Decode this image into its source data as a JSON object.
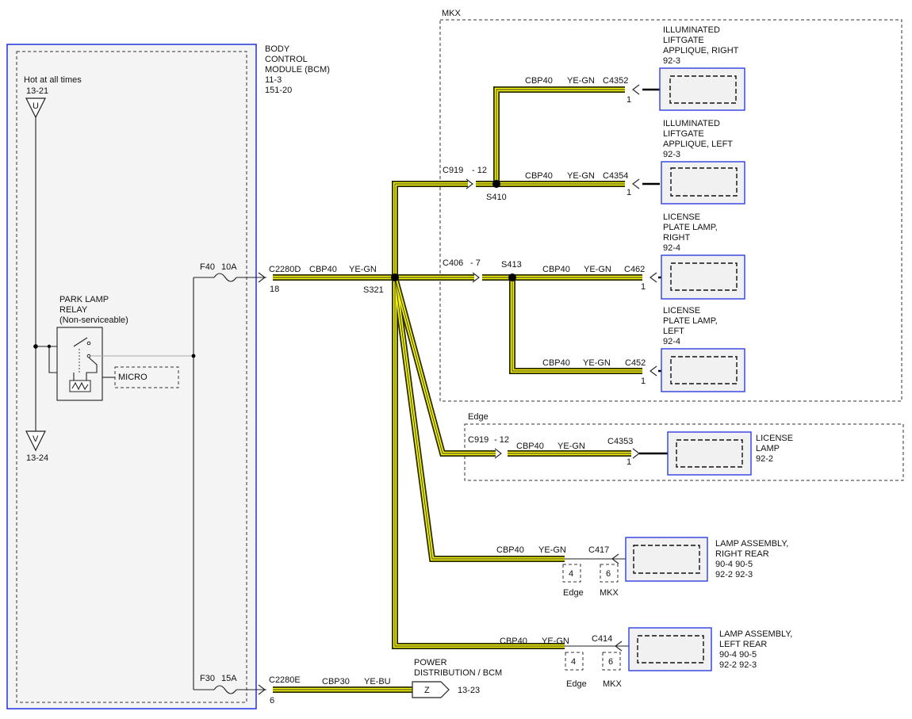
{
  "bcm": {
    "title_lines": [
      "BODY",
      "CONTROL",
      "MODULE (BCM)",
      "11-3",
      "151-20"
    ],
    "hot_label": "Hot at all times",
    "top_ref": "13-21",
    "top_term": "U",
    "bottom_term": "V",
    "bottom_ref": "13-24",
    "relay_lines": [
      "PARK LAMP",
      "RELAY",
      "(Non-serviceable)"
    ],
    "micro": "MICRO",
    "fuse1": {
      "name": "F40",
      "rating": "10A"
    },
    "fuse2": {
      "name": "F30",
      "rating": "15A"
    }
  },
  "main_feed": {
    "connector": "C2280D",
    "pin": "18",
    "circuit": "CBP40",
    "color": "YE-GN",
    "splice": "S321"
  },
  "pd_feed": {
    "connector": "C2280E",
    "pin": "6",
    "circuit": "CBP30",
    "color": "YE-BU",
    "term": "Z",
    "ref": "13-23",
    "label_lines": [
      "POWER",
      "DISTRIBUTION / BCM"
    ]
  },
  "mkx": {
    "label": "MKX",
    "c919": "C919",
    "c919_pin": "- 12",
    "s410": "S410",
    "c406": "C406",
    "c406_pin": "- 7",
    "s413": "S413",
    "loads": [
      {
        "name_lines": [
          "ILLUMINATED",
          "LIFTGATE",
          "APPLIQUE, RIGHT",
          "92-3"
        ],
        "circuit": "CBP40",
        "color": "YE-GN",
        "connector": "C4352",
        "pin": "1"
      },
      {
        "name_lines": [
          "ILLUMINATED",
          "LIFTGATE",
          "APPLIQUE, LEFT",
          "92-3"
        ],
        "circuit": "CBP40",
        "color": "YE-GN",
        "connector": "C4354",
        "pin": "1"
      },
      {
        "name_lines": [
          "LICENSE",
          "PLATE LAMP,",
          "RIGHT",
          "92-4"
        ],
        "circuit": "CBP40",
        "color": "YE-GN",
        "connector": "C462",
        "pin": "1"
      },
      {
        "name_lines": [
          "LICENSE",
          "PLATE LAMP,",
          "LEFT",
          "92-4"
        ],
        "circuit": "CBP40",
        "color": "YE-GN",
        "connector": "C452",
        "pin": "1"
      }
    ]
  },
  "edge": {
    "label": "Edge",
    "c919": "C919",
    "c919_pin": "- 12",
    "load": {
      "name_lines": [
        "LICENSE",
        "LAMP",
        "92-2"
      ],
      "circuit": "CBP40",
      "color": "YE-GN",
      "connector": "C4353",
      "pin": "1"
    }
  },
  "rear": [
    {
      "name_lines": [
        "LAMP ASSEMBLY,",
        "RIGHT REAR",
        "90-4   90-5",
        "92-2   92-3"
      ],
      "circuit": "CBP40",
      "color": "YE-GN",
      "connector": "C417",
      "pin_edge": "4",
      "pin_mkx": "6",
      "edge": "Edge",
      "mkx": "MKX"
    },
    {
      "name_lines": [
        "LAMP ASSEMBLY,",
        "LEFT REAR",
        "90-4   90-5",
        "92-2   92-3"
      ],
      "circuit": "CBP40",
      "color": "YE-GN",
      "connector": "C414",
      "pin_edge": "4",
      "pin_mkx": "6",
      "edge": "Edge",
      "mkx": "MKX"
    }
  ],
  "colors": {
    "wire": "#f2f205",
    "module_border": "#2f3ee0"
  }
}
